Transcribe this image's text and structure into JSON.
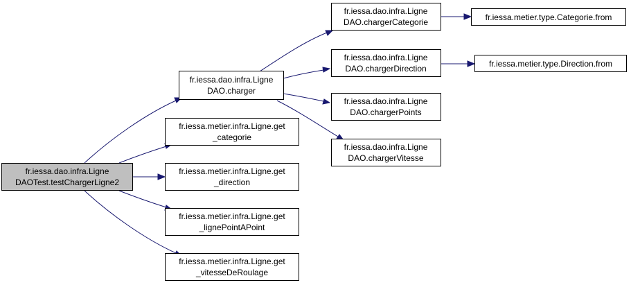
{
  "graph": {
    "nodes": {
      "root": [
        "fr.iessa.dao.infra.Ligne",
        "DAOTest.testChargerLigne2"
      ],
      "charger": [
        "fr.iessa.dao.infra.Ligne",
        "DAO.charger"
      ],
      "get_categorie": [
        "fr.iessa.metier.infra.Ligne.get",
        "_categorie"
      ],
      "get_direction": [
        "fr.iessa.metier.infra.Ligne.get",
        "_direction"
      ],
      "get_lignePointAPoint": [
        "fr.iessa.metier.infra.Ligne.get",
        "_lignePointAPoint"
      ],
      "get_vitesseDeRoulage": [
        "fr.iessa.metier.infra.Ligne.get",
        "_vitesseDeRoulage"
      ],
      "chargerCategorie": [
        "fr.iessa.dao.infra.Ligne",
        "DAO.chargerCategorie"
      ],
      "chargerDirection": [
        "fr.iessa.dao.infra.Ligne",
        "DAO.chargerDirection"
      ],
      "chargerPoints": [
        "fr.iessa.dao.infra.Ligne",
        "DAO.chargerPoints"
      ],
      "chargerVitesse": [
        "fr.iessa.dao.infra.Ligne",
        "DAO.chargerVitesse"
      ],
      "categorie_from": [
        "fr.iessa.metier.type.Categorie.from"
      ],
      "direction_from": [
        "fr.iessa.metier.type.Direction.from"
      ]
    },
    "edge_color": "#191970",
    "root_fill": "#bfbfbf"
  }
}
